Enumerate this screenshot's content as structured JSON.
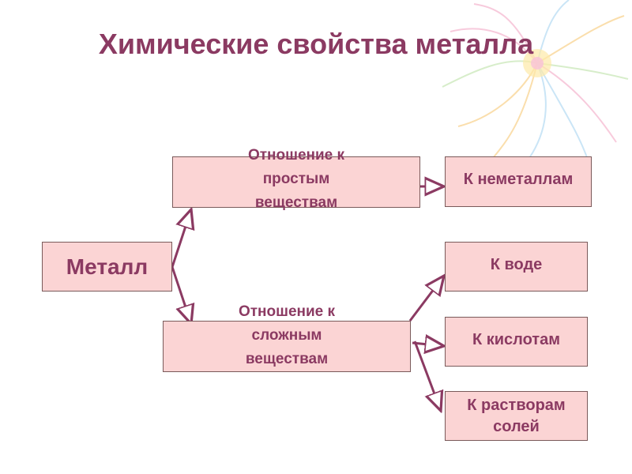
{
  "title": "Химические свойства металла",
  "colors": {
    "text": "#8b3a62",
    "box_fill": "#fbd4d4",
    "arrow": "#8b3a62"
  },
  "nodes": {
    "metal": "Металл",
    "simple": "Отношение к простым веществам",
    "complex": "Отношение к сложным веществам",
    "nonmetals": "К неметаллам",
    "water": "К воде",
    "acids": "К кислотам",
    "salts": "К растворам солей"
  },
  "edges": [
    {
      "from": "metal",
      "to": "simple"
    },
    {
      "from": "metal",
      "to": "complex"
    },
    {
      "from": "simple",
      "to": "nonmetals"
    },
    {
      "from": "complex",
      "to": "water"
    },
    {
      "from": "complex",
      "to": "acids"
    },
    {
      "from": "complex",
      "to": "salts"
    }
  ]
}
